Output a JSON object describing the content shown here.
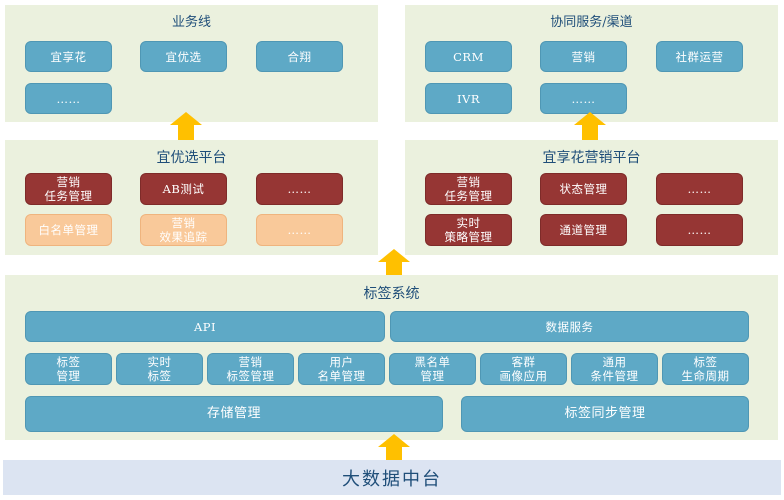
{
  "business_line": {
    "title": "业务线",
    "items": [
      "宜享花",
      "宜优选",
      "合翔",
      "……"
    ]
  },
  "collab_service": {
    "title": "协同服务/渠道",
    "items": [
      "CRM",
      "营销",
      "社群运营",
      "IVR",
      "……"
    ]
  },
  "yiyouxuan_platform": {
    "title": "宜优选平台",
    "items": [
      "营销\n任务管理",
      "AB测试",
      "……",
      "白名单管理",
      "营销\n效果追踪",
      "……"
    ]
  },
  "yixianghua_platform": {
    "title": "宜享花营销平台",
    "items": [
      "营销\n任务管理",
      "状态管理",
      "……",
      "实时\n策略管理",
      "通道管理",
      "……"
    ]
  },
  "tag_system": {
    "title": "标签系统",
    "top": [
      "API",
      "数据服务"
    ],
    "modules": [
      "标签\n管理",
      "实时\n标签",
      "营销\n标签管理",
      "用户\n名单管理",
      "黑名单\n管理",
      "客群\n画像应用",
      "通用\n条件管理",
      "标签\n生命周期"
    ],
    "bottom": [
      "存储管理",
      "标签同步管理"
    ]
  },
  "data_platform": {
    "title": "大数据中台"
  },
  "colors": {
    "blue_box": "#5ea9c6",
    "red_box": "#963634",
    "peach_box": "#f9c99a",
    "panel": "#ebf1de",
    "arrow": "#ffc000",
    "title": "#1f4e79"
  }
}
